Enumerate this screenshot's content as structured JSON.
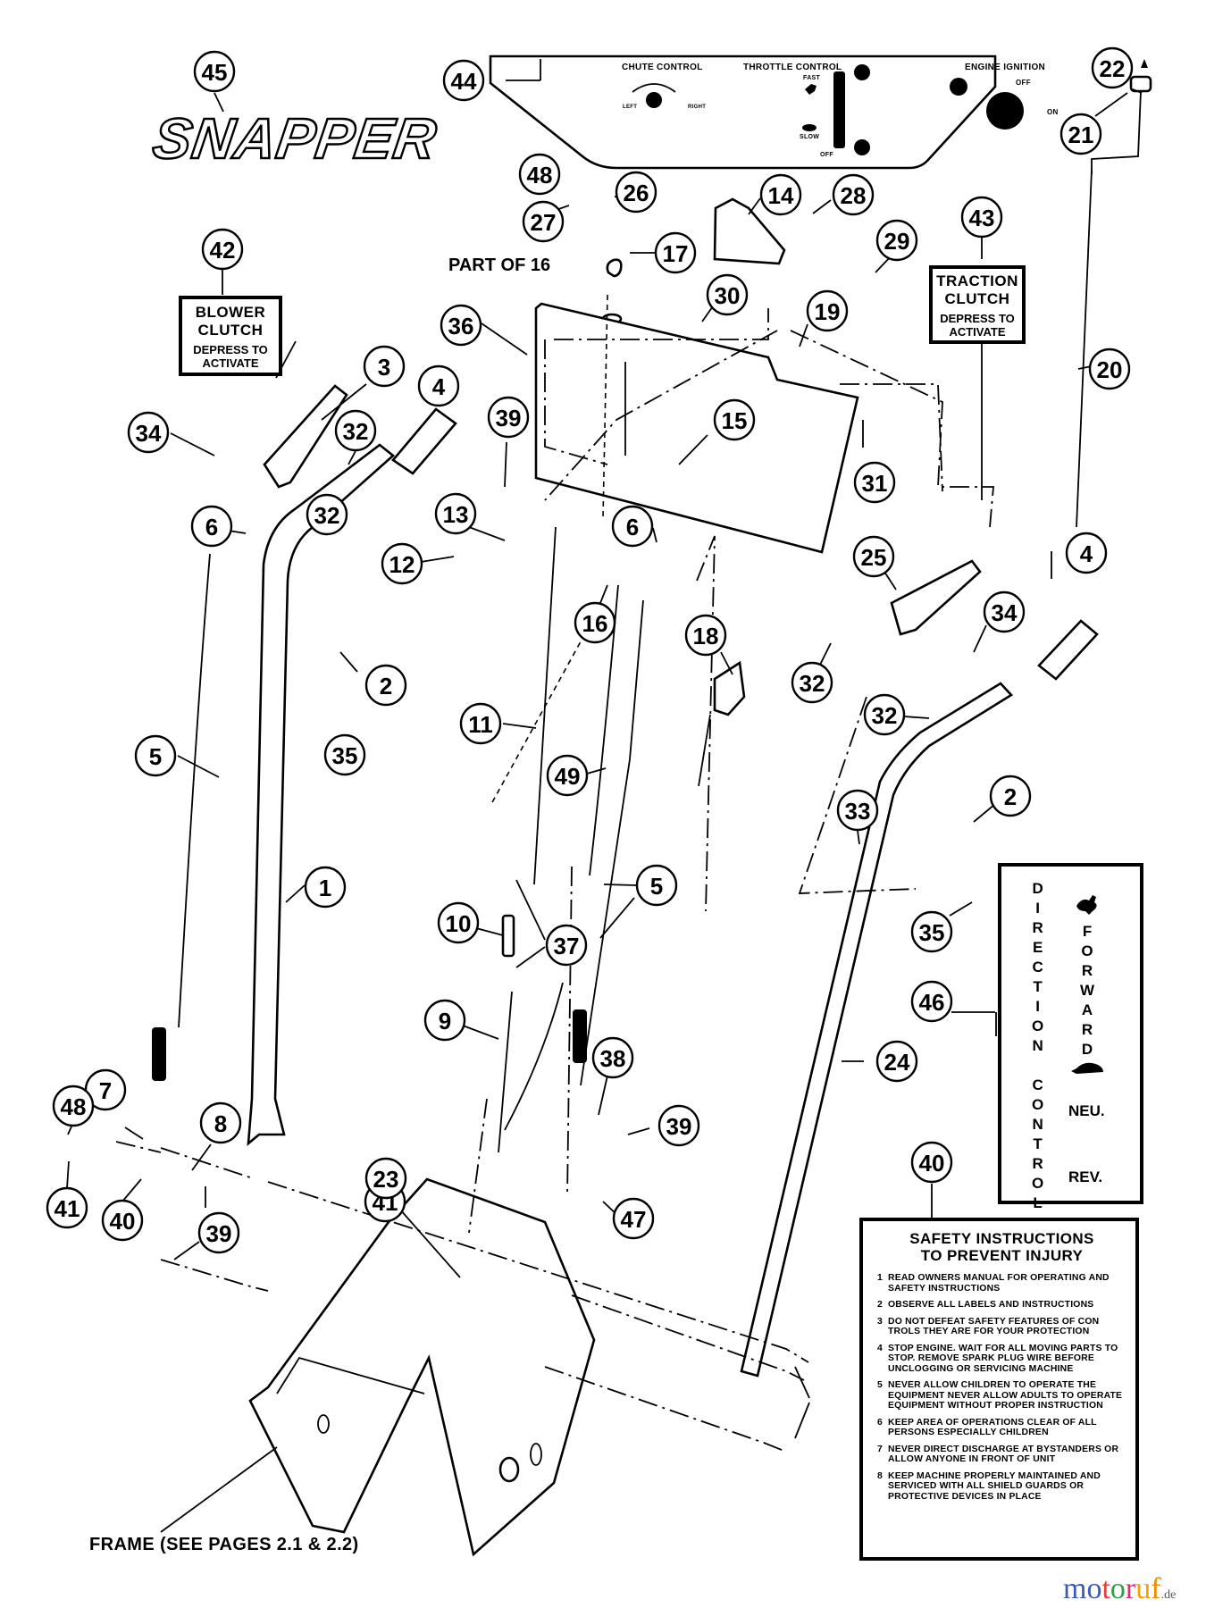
{
  "brand_decal": {
    "text": "SNAPPER"
  },
  "control_panel": {
    "chute_control": "CHUTE CONTROL",
    "chute_left": "LEFT",
    "chute_right": "RIGHT",
    "throttle_control": "THROTTLE CONTROL",
    "throttle_fast": "FAST",
    "throttle_slow": "SLOW",
    "throttle_off": "OFF",
    "engine_ignition": "ENGINE IGNITION",
    "ignition_off": "OFF",
    "ignition_on": "ON"
  },
  "blower_clutch_decal": {
    "title_line1": "BLOWER",
    "title_line2": "CLUTCH",
    "sub_line1": "DEPRESS TO",
    "sub_line2": "ACTIVATE"
  },
  "traction_clutch_decal": {
    "title_line1": "TRACTION",
    "title_line2": "CLUTCH",
    "sub_line1": "DEPRESS TO",
    "sub_line2": "ACTIVATE"
  },
  "part_of_label": "PART OF 16",
  "frame_label": "FRAME (SEE PAGES 2.1 & 2.2)",
  "direction_control_decal": {
    "vertical_left": [
      "D",
      "I",
      "R",
      "E",
      "C",
      "T",
      "I",
      "O",
      "N",
      " ",
      "C",
      "O",
      "N",
      "T",
      "R",
      "O",
      "L"
    ],
    "vertical_right": [
      "F",
      "O",
      "R",
      "W",
      "A",
      "R",
      "D"
    ],
    "fast_icon": "rabbit-icon",
    "slow_icon": "turtle-icon",
    "neutral": "NEU.",
    "reverse": "REV."
  },
  "safety_decal": {
    "title_line1": "SAFETY INSTRUCTIONS",
    "title_line2": "TO PREVENT INJURY",
    "items": [
      {
        "num": "1",
        "text": "READ OWNERS MANUAL FOR OPERATING AND SAFETY INSTRUCTIONS"
      },
      {
        "num": "2",
        "text": "OBSERVE ALL LABELS AND INSTRUCTIONS"
      },
      {
        "num": "3",
        "text": "DO NOT DEFEAT SAFETY FEATURES OF CON TROLS THEY ARE FOR YOUR PROTECTION"
      },
      {
        "num": "4",
        "text": "STOP ENGINE. WAIT FOR ALL MOVING PARTS TO STOP. REMOVE SPARK PLUG WIRE BEFORE UNCLOGGING OR SERVICING MACHINE"
      },
      {
        "num": "5",
        "text": "NEVER ALLOW CHILDREN TO OPERATE THE EQUIPMENT NEVER ALLOW ADULTS TO OPERATE EQUIPMENT WITHOUT PROPER INSTRUCTION"
      },
      {
        "num": "6",
        "text": "KEEP AREA OF OPERATIONS CLEAR OF ALL PERSONS ESPECIALLY CHILDREN"
      },
      {
        "num": "7",
        "text": "NEVER DIRECT DISCHARGE AT BYSTANDERS OR ALLOW ANYONE IN FRONT OF UNIT"
      },
      {
        "num": "8",
        "text": "KEEP MACHINE PROPERLY MAINTAINED AND SERVICED WITH ALL SHIELD GUARDS OR PROTECTIVE DEVICES IN PLACE"
      }
    ]
  },
  "watermark": {
    "name": "motoruf",
    "tld": ".de",
    "colors": [
      "#3b5bb5",
      "#3b5bb5",
      "#e0403a",
      "#2f9e44",
      "#d6336c",
      "#f59f00",
      "#f08c00"
    ]
  },
  "callouts": [
    "45",
    "44",
    "22",
    "21",
    "48",
    "26",
    "14",
    "28",
    "27",
    "17",
    "29",
    "42",
    "43",
    "30",
    "19",
    "36",
    "20",
    "3",
    "4",
    "39",
    "15",
    "34",
    "32",
    "31",
    "6",
    "32",
    "13",
    "6",
    "25",
    "4",
    "12",
    "16",
    "34",
    "2",
    "18",
    "32",
    "35",
    "32",
    "11",
    "49",
    "5",
    "2",
    "33",
    "1",
    "5",
    "35",
    "10",
    "37",
    "46",
    "9",
    "24",
    "38",
    "7",
    "48",
    "39",
    "41",
    "41",
    "8",
    "40",
    "39",
    "23",
    "47",
    "40"
  ]
}
